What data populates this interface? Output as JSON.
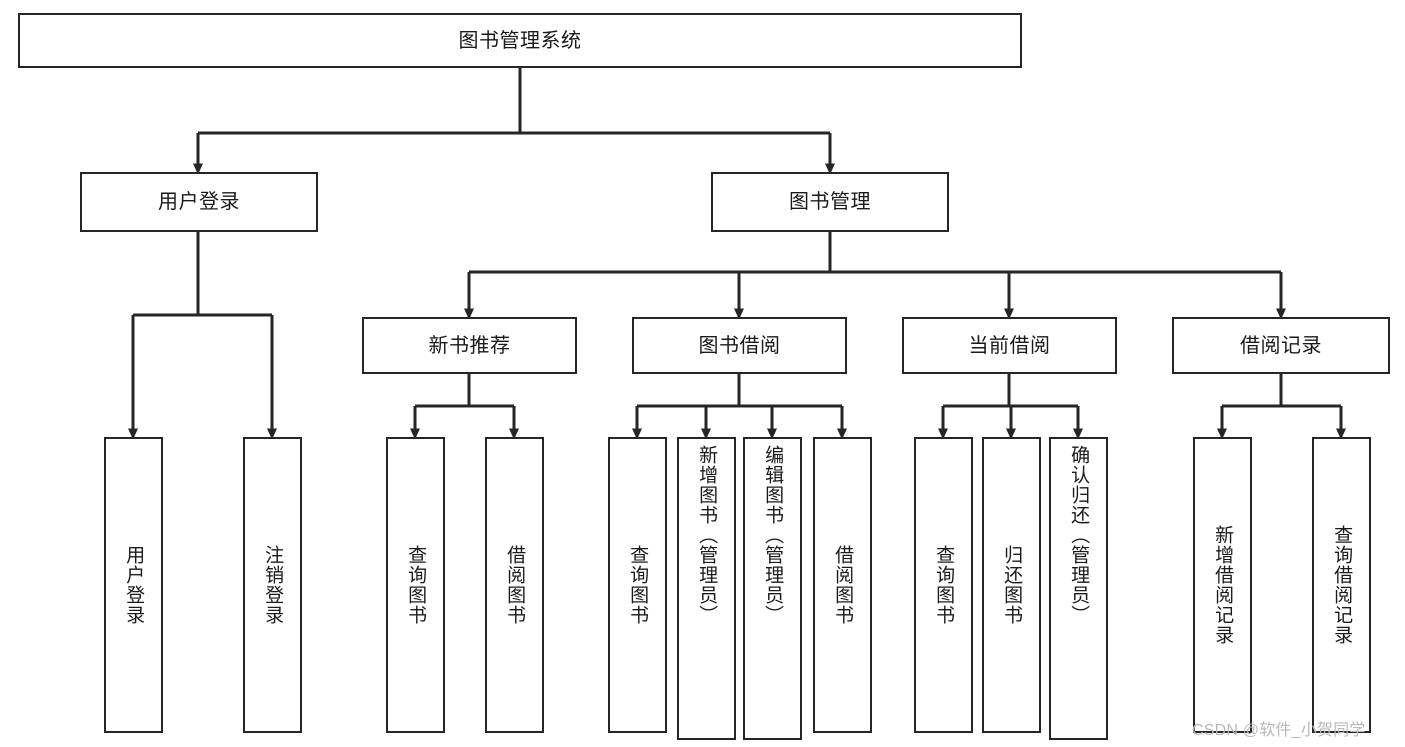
{
  "diagram": {
    "type": "hierarchy-tree",
    "title": "图书管理系统",
    "root": {
      "label": "图书管理系统"
    },
    "level2": [
      {
        "id": "user-login",
        "label": "用户登录"
      },
      {
        "id": "book-manage",
        "label": "图书管理"
      }
    ],
    "level3": [
      {
        "id": "new-book-recommend",
        "label": "新书推荐"
      },
      {
        "id": "book-borrow",
        "label": "图书借阅"
      },
      {
        "id": "current-borrow",
        "label": "当前借阅"
      },
      {
        "id": "borrow-record",
        "label": "借阅记录"
      }
    ],
    "leaves": {
      "user_login": [
        {
          "id": "leaf-user-login",
          "label": "用户登录"
        },
        {
          "id": "leaf-logout-login",
          "label": "注销登录"
        }
      ],
      "new_book_recommend": [
        {
          "id": "leaf-query-book-1",
          "label": "查询图书"
        },
        {
          "id": "leaf-borrow-book-1",
          "label": "借阅图书"
        }
      ],
      "book_borrow": [
        {
          "id": "leaf-query-book-2",
          "label": "查询图书"
        },
        {
          "id": "leaf-add-book",
          "label": "新增图书（管理员）"
        },
        {
          "id": "leaf-edit-book",
          "label": "编辑图书（管理员）"
        },
        {
          "id": "leaf-borrow-book-2",
          "label": "借阅图书"
        }
      ],
      "current_borrow": [
        {
          "id": "leaf-query-book-3",
          "label": "查询图书"
        },
        {
          "id": "leaf-return-book",
          "label": "归还图书"
        },
        {
          "id": "leaf-confirm-return",
          "label": "确认归还（管理员）"
        }
      ],
      "borrow_record": [
        {
          "id": "leaf-add-record",
          "label": "新增借阅记录"
        },
        {
          "id": "leaf-query-record",
          "label": "查询借阅记录"
        }
      ]
    },
    "colors": {
      "stroke": "#262626",
      "fill": "#ffffff",
      "text": "#1a1a1a",
      "watermark": "#b8b8b8"
    }
  },
  "watermark": {
    "text": "CSDN @软件_小贺同学"
  }
}
